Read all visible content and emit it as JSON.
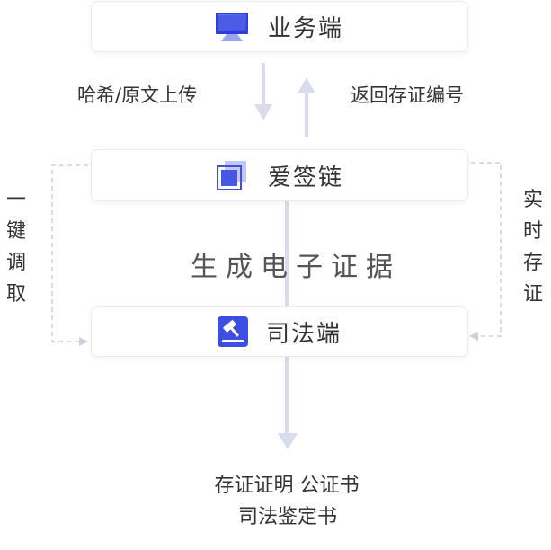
{
  "nodes": {
    "business": {
      "label": "业务端",
      "icon": "monitor-icon"
    },
    "chain": {
      "label": "爱签链",
      "icon": "stacked-squares-icon"
    },
    "judicial": {
      "label": "司法端",
      "icon": "gavel-icon"
    }
  },
  "edges": {
    "hash_upload": "哈希/原文上传",
    "return_number": "返回存证编号",
    "generate": "生成电子证据",
    "one_click": "一键调取",
    "realtime": "实时存证"
  },
  "outputs": {
    "line1": "存证证明 公证书",
    "line2": "司法鉴定书"
  },
  "colors": {
    "accent": "#3d4fe0",
    "accent_light": "#8d98f2",
    "arrow": "#dadcee",
    "dashed": "#cdd0dc",
    "text": "#333333",
    "box_border": "#e9ebf3"
  }
}
